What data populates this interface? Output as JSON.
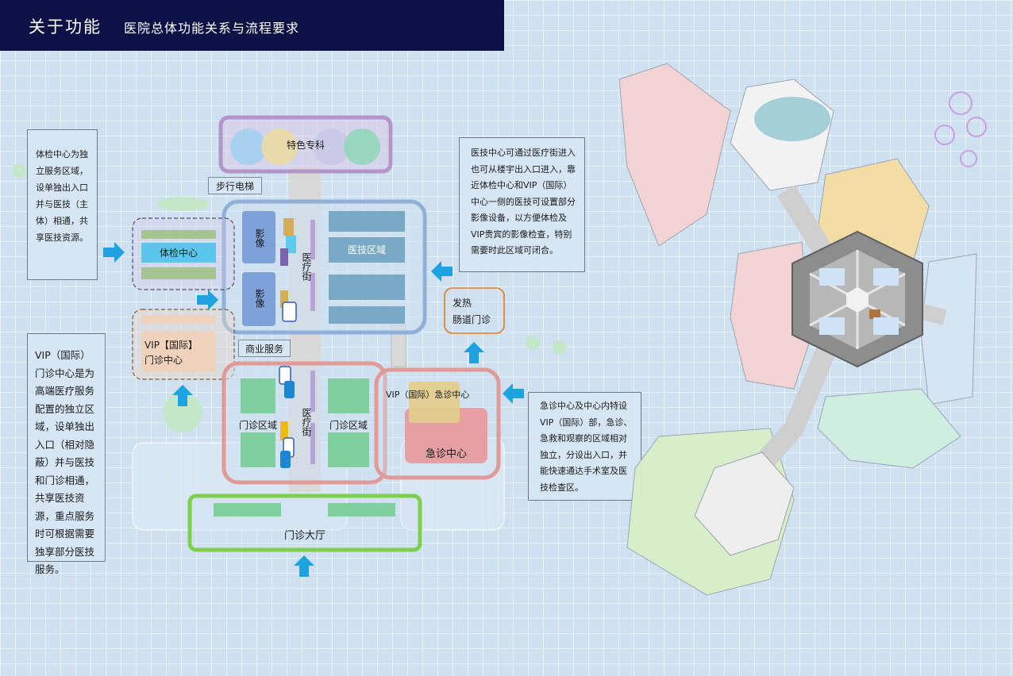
{
  "header": {
    "title": "关于功能",
    "subtitle": "医院总体功能关系与流程要求"
  },
  "notes": {
    "checkup": "体检中心为独立服务区域，设单独出入口并与医技（主体）相通，共享医技资源。",
    "vip": "VIP（国际）门诊中心是为高端医疗服务配置的独立区域，设单独出入口（相对隐蔽）并与医技和门诊相通，共享医技资源，重点服务时可根据需要独享部分医技服务。",
    "medtech": "医技中心可通过医疗街进入也可从楼宇出入口进入，靠近体检中心和VIP（国际）中心一侧的医技可设置部分影像设备，以方便体检及VIP贵宾的影像检查，特别需要时此区域可闭合。",
    "emergency": "急诊中心及中心内特设VIP（国际）部，急诊、急救和观察的区域相对独立，分设出入口，并能快速通达手术室及医技检查区。"
  },
  "labels": {
    "specialty": "特色专科",
    "escalator": "步行电梯",
    "checkup_center": "体检中心",
    "imaging1": "影像",
    "imaging2": "影像",
    "med_street1": "医疗街",
    "med_street2": "医疗街",
    "medtech_area": "医技区域",
    "vip_clinic": "VIP【国际】\n门诊中心",
    "commercial": "商业服务",
    "clinic_left": "门诊区域",
    "clinic_right": "门诊区域",
    "fever": "发热\n肠道门诊",
    "vip_emergency": "VIP（国际）急诊中心",
    "emergency": "急诊中心",
    "lobby": "门诊大厅"
  },
  "colors": {
    "header_bg": "#0c1246",
    "arrow": "#1ca3e0",
    "specialty_border": "#b495c9",
    "medtech_border": "#8fb0d8",
    "clinic_border": "#e09a98",
    "lobby_border": "#7dd04e",
    "fever_border": "#e07a22"
  }
}
